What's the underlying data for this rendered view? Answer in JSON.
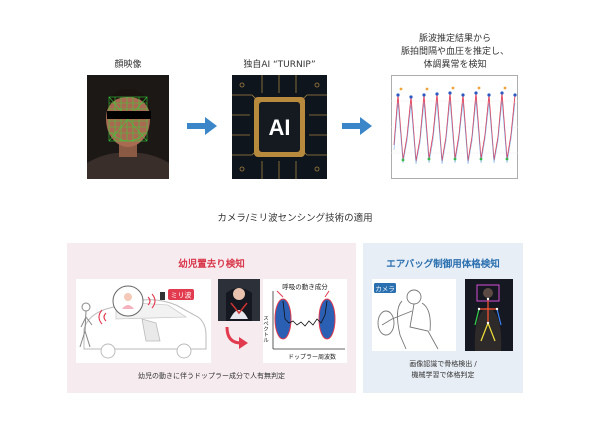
{
  "top": {
    "face_label": "顔映像",
    "ai_label": "独自AI “TURNIP”",
    "ai_chip_text": "AI",
    "result_label_lines": [
      "脈波推定結果から",
      "脈拍間隔や血圧を推定し、",
      "体調異常を検知"
    ]
  },
  "section_title": "カメラ/ミリ波センシング技術の適用",
  "left_panel": {
    "heading": "幼児置去り検知",
    "radar_tag": "ミリ波",
    "breath_label": "呼吸の動き成分",
    "y_axis": "スペクトル",
    "x_axis": "ドップラー周波数",
    "caption": "幼児の動きに伴うドップラー成分で人有無判定"
  },
  "right_panel": {
    "heading": "エアバッグ制御用体格検知",
    "camera_tag": "カメラ",
    "caption_lines": [
      "画像認識で骨格検出 /",
      "機械学習で体格判定"
    ]
  },
  "colors": {
    "arrow": "#3a86c8",
    "left_heading": "#d9364a",
    "right_heading": "#2a6fb0",
    "accent_red": "#e23a4e",
    "blue_blob": "#2b5fb3"
  }
}
